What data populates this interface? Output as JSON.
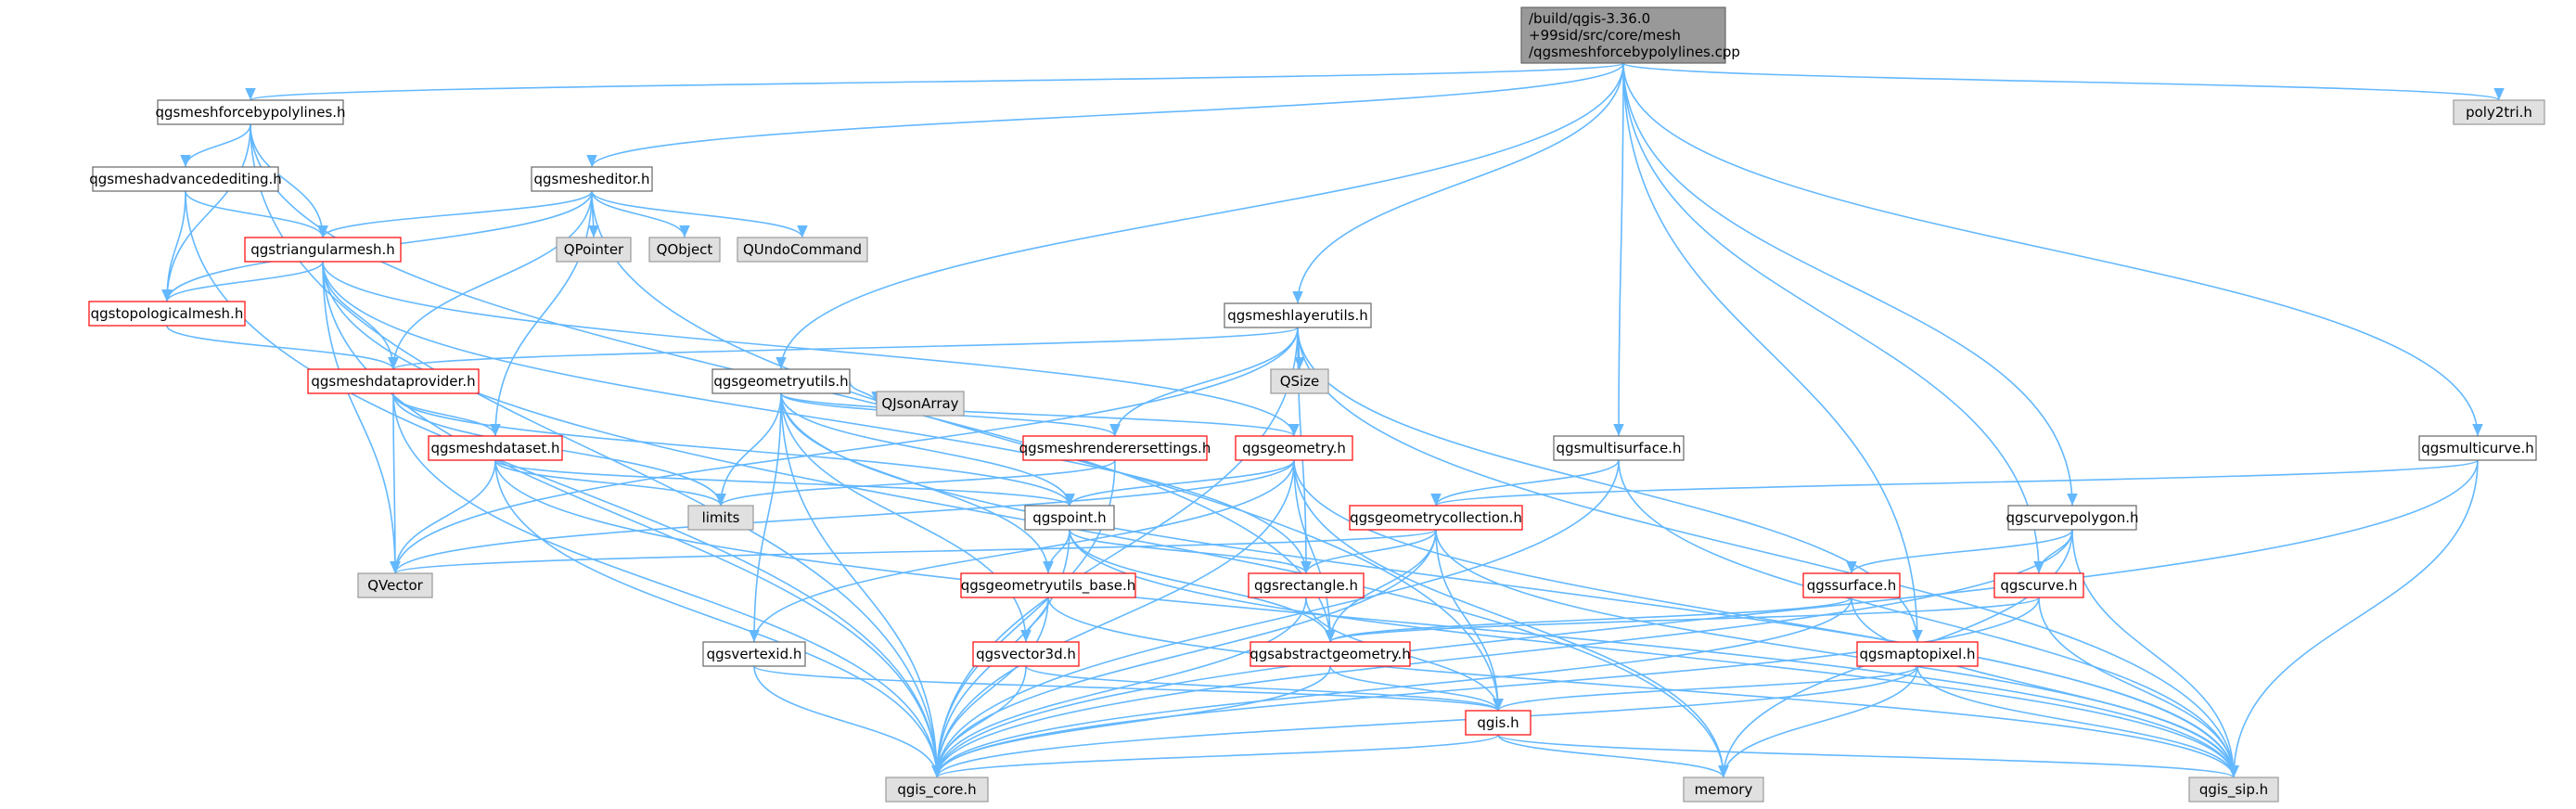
{
  "colors": {
    "root_fill": "#999999",
    "root_border": "#666666",
    "doc_fill": "#ffffff",
    "doc_border": "#666666",
    "undoc_fill": "#ffffff",
    "undoc_border": "#ff0000",
    "external_fill": "#e0e0e0",
    "external_border": "#999999",
    "edge": "#63b8ff"
  },
  "nodes": [
    {
      "id": "root",
      "kind": "root",
      "lines": [
        "/build/qgis-3.36.0",
        "+99sid/src/core/mesh",
        "/qgsmeshforcebypolylines.cpp"
      ]
    },
    {
      "id": "qgsmeshforcebypolylines",
      "kind": "doc",
      "lines": [
        "qgsmeshforcebypolylines.h"
      ]
    },
    {
      "id": "poly2tri",
      "kind": "external",
      "lines": [
        "poly2tri.h"
      ]
    },
    {
      "id": "qgsmeshadvancedediting",
      "kind": "doc",
      "lines": [
        "qgsmeshadvancedediting.h"
      ]
    },
    {
      "id": "qgsmesheditor",
      "kind": "doc",
      "lines": [
        "qgsmesheditor.h"
      ]
    },
    {
      "id": "qgstriangularmesh",
      "kind": "undoc",
      "lines": [
        "qgstriangularmesh.h"
      ]
    },
    {
      "id": "QPointer",
      "kind": "external",
      "lines": [
        "QPointer"
      ]
    },
    {
      "id": "QObject",
      "kind": "external",
      "lines": [
        "QObject"
      ]
    },
    {
      "id": "QUndoCommand",
      "kind": "external",
      "lines": [
        "QUndoCommand"
      ]
    },
    {
      "id": "qgstopologicalmesh",
      "kind": "undoc",
      "lines": [
        "qgstopologicalmesh.h"
      ]
    },
    {
      "id": "qgsmeshlayerutils",
      "kind": "doc",
      "lines": [
        "qgsmeshlayerutils.h"
      ]
    },
    {
      "id": "qgsmeshdataprovider",
      "kind": "undoc",
      "lines": [
        "qgsmeshdataprovider.h"
      ]
    },
    {
      "id": "QSize",
      "kind": "external",
      "lines": [
        "QSize"
      ]
    },
    {
      "id": "qgsgeometryutils",
      "kind": "doc",
      "lines": [
        "qgsgeometryutils.h"
      ]
    },
    {
      "id": "QJsonArray",
      "kind": "external",
      "lines": [
        "QJsonArray"
      ]
    },
    {
      "id": "qgsmultisurface",
      "kind": "doc",
      "lines": [
        "qgsmultisurface.h"
      ]
    },
    {
      "id": "qgsmulticurve",
      "kind": "doc",
      "lines": [
        "qgsmulticurve.h"
      ]
    },
    {
      "id": "qgsmeshdataset",
      "kind": "undoc",
      "lines": [
        "qgsmeshdataset.h"
      ]
    },
    {
      "id": "qgsmeshrenderersettings",
      "kind": "undoc",
      "lines": [
        "qgsmeshrenderersettings.h"
      ]
    },
    {
      "id": "qgsgeometry",
      "kind": "undoc",
      "lines": [
        "qgsgeometry.h"
      ]
    },
    {
      "id": "limits",
      "kind": "external",
      "lines": [
        "limits"
      ]
    },
    {
      "id": "qgspoint",
      "kind": "doc",
      "lines": [
        "qgspoint.h"
      ]
    },
    {
      "id": "qgsgeometrycollection",
      "kind": "undoc",
      "lines": [
        "qgsgeometrycollection.h"
      ]
    },
    {
      "id": "qgscurvepolygon",
      "kind": "doc",
      "lines": [
        "qgscurvepolygon.h"
      ]
    },
    {
      "id": "QVector",
      "kind": "external",
      "lines": [
        "QVector"
      ]
    },
    {
      "id": "qgsgeometryutils_base",
      "kind": "undoc",
      "lines": [
        "qgsgeometryutils_base.h"
      ]
    },
    {
      "id": "qgsrectangle",
      "kind": "undoc",
      "lines": [
        "qgsrectangle.h"
      ]
    },
    {
      "id": "qgssurface",
      "kind": "undoc",
      "lines": [
        "qgssurface.h"
      ]
    },
    {
      "id": "qgscurve",
      "kind": "undoc",
      "lines": [
        "qgscurve.h"
      ]
    },
    {
      "id": "qgsvertexid",
      "kind": "doc",
      "lines": [
        "qgsvertexid.h"
      ]
    },
    {
      "id": "qgsvector3d",
      "kind": "undoc",
      "lines": [
        "qgsvector3d.h"
      ]
    },
    {
      "id": "qgsabstractgeometry",
      "kind": "undoc",
      "lines": [
        "qgsabstractgeometry.h"
      ]
    },
    {
      "id": "qgsmaptopixel",
      "kind": "undoc",
      "lines": [
        "qgsmaptopixel.h"
      ]
    },
    {
      "id": "qgis",
      "kind": "undoc",
      "lines": [
        "qgis.h"
      ]
    },
    {
      "id": "qgis_core",
      "kind": "external",
      "lines": [
        "qgis_core.h"
      ]
    },
    {
      "id": "memory",
      "kind": "external",
      "lines": [
        "memory"
      ]
    },
    {
      "id": "qgis_sip",
      "kind": "external",
      "lines": [
        "qgis_sip.h"
      ]
    }
  ],
  "edges": [
    [
      "root",
      "qgsmeshforcebypolylines"
    ],
    [
      "root",
      "poly2tri"
    ],
    [
      "root",
      "qgsmesheditor"
    ],
    [
      "root",
      "qgsmeshlayerutils"
    ],
    [
      "root",
      "qgsgeometryutils"
    ],
    [
      "root",
      "qgsmultisurface"
    ],
    [
      "root",
      "qgsmulticurve"
    ],
    [
      "root",
      "qgscurvepolygon"
    ],
    [
      "root",
      "qgscurve"
    ],
    [
      "root",
      "qgsmaptopixel"
    ],
    [
      "qgsmeshforcebypolylines",
      "qgsmeshadvancedediting"
    ],
    [
      "qgsmeshforcebypolylines",
      "qgstriangularmesh"
    ],
    [
      "qgsmeshforcebypolylines",
      "qgstopologicalmesh"
    ],
    [
      "qgsmeshforcebypolylines",
      "qgis_core"
    ],
    [
      "qgsmeshforcebypolylines",
      "qgsabstractgeometry"
    ],
    [
      "qgsmeshadvancedediting",
      "qgstriangularmesh"
    ],
    [
      "qgsmeshadvancedediting",
      "qgstopologicalmesh"
    ],
    [
      "qgsmeshadvancedediting",
      "qgis_core"
    ],
    [
      "qgsmesheditor",
      "qgstriangularmesh"
    ],
    [
      "qgsmesheditor",
      "qgstopologicalmesh"
    ],
    [
      "qgsmesheditor",
      "qgsmeshdataprovider"
    ],
    [
      "qgsmesheditor",
      "qgsmeshdataset"
    ],
    [
      "qgsmesheditor",
      "QPointer"
    ],
    [
      "qgsmesheditor",
      "QObject"
    ],
    [
      "qgsmesheditor",
      "QUndoCommand"
    ],
    [
      "qgsmesheditor",
      "qgis"
    ],
    [
      "qgstriangularmesh",
      "qgstopologicalmesh"
    ],
    [
      "qgstriangularmesh",
      "qgsmeshdataprovider"
    ],
    [
      "qgstriangularmesh",
      "QVector"
    ],
    [
      "qgstriangularmesh",
      "qgis_core"
    ],
    [
      "qgstriangularmesh",
      "qgsgeometry"
    ],
    [
      "qgstriangularmesh",
      "memory"
    ],
    [
      "qgstriangularmesh",
      "qgsrectangle"
    ],
    [
      "qgstopologicalmesh",
      "qgsmeshdataprovider"
    ],
    [
      "qgsmeshlayerutils",
      "qgsmeshdataprovider"
    ],
    [
      "qgsmeshlayerutils",
      "QSize"
    ],
    [
      "qgsmeshlayerutils",
      "qgsmeshrenderersettings"
    ],
    [
      "qgsmeshlayerutils",
      "qgis_core"
    ],
    [
      "qgsmeshlayerutils",
      "QVector"
    ],
    [
      "qgsmeshlayerutils",
      "qgsrectangle"
    ],
    [
      "qgsmeshlayerutils",
      "qgis_sip"
    ],
    [
      "qgsmeshlayerutils",
      "qgsmaptopixel"
    ],
    [
      "qgsmeshdataprovider",
      "qgsmeshdataset"
    ],
    [
      "qgsmeshdataprovider",
      "QVector"
    ],
    [
      "qgsmeshdataprovider",
      "limits"
    ],
    [
      "qgsmeshdataprovider",
      "qgis_core"
    ],
    [
      "qgsmeshdataprovider",
      "qgspoint"
    ],
    [
      "qgsgeometryutils",
      "QJsonArray"
    ],
    [
      "qgsgeometryutils",
      "qgsmeshrenderersettings"
    ],
    [
      "qgsgeometryutils",
      "qgsgeometry"
    ],
    [
      "qgsgeometryutils",
      "limits"
    ],
    [
      "qgsgeometryutils",
      "qgspoint"
    ],
    [
      "qgsgeometryutils",
      "qgsgeometryutils_base"
    ],
    [
      "qgsgeometryutils",
      "qgsvertexid"
    ],
    [
      "qgsgeometryutils",
      "qgsvector3d"
    ],
    [
      "qgsgeometryutils",
      "qgis_core"
    ],
    [
      "qgsgeometryutils",
      "qgis_sip"
    ],
    [
      "qgsmultisurface",
      "qgsgeometrycollection"
    ],
    [
      "qgsmultisurface",
      "qgis_core"
    ],
    [
      "qgsmultisurface",
      "qgis_sip"
    ],
    [
      "qgsmulticurve",
      "qgsgeometrycollection"
    ],
    [
      "qgsmulticurve",
      "qgis_core"
    ],
    [
      "qgsmulticurve",
      "qgis_sip"
    ],
    [
      "qgsmeshdataset",
      "QVector"
    ],
    [
      "qgsmeshdataset",
      "limits"
    ],
    [
      "qgsmeshdataset",
      "qgis_core"
    ],
    [
      "qgsmeshdataset",
      "qgspoint"
    ],
    [
      "qgsmeshdataset",
      "qgis_sip"
    ],
    [
      "qgsmeshrenderersettings",
      "limits"
    ],
    [
      "qgsmeshrenderersettings",
      "qgis_core"
    ],
    [
      "qgsgeometry",
      "qgspoint"
    ],
    [
      "qgsgeometry",
      "QVector"
    ],
    [
      "qgsgeometry",
      "qgsabstractgeometry"
    ],
    [
      "qgsgeometry",
      "qgsvertexid"
    ],
    [
      "qgsgeometry",
      "qgis_core"
    ],
    [
      "qgsgeometry",
      "memory"
    ],
    [
      "qgsgeometry",
      "qgis_sip"
    ],
    [
      "qgspoint",
      "qgsabstractgeometry"
    ],
    [
      "qgspoint",
      "qgsrectangle"
    ],
    [
      "qgspoint",
      "qgsgeometryutils_base"
    ],
    [
      "qgspoint",
      "qgis_core"
    ],
    [
      "qgspoint",
      "qgis_sip"
    ],
    [
      "qgsgeometrycollection",
      "QVector"
    ],
    [
      "qgsgeometrycollection",
      "qgsabstractgeometry"
    ],
    [
      "qgsgeometrycollection",
      "qgsrectangle"
    ],
    [
      "qgsgeometrycollection",
      "qgis"
    ],
    [
      "qgsgeometrycollection",
      "qgis_core"
    ],
    [
      "qgsgeometrycollection",
      "qgis_sip"
    ],
    [
      "qgscurvepolygon",
      "qgssurface"
    ],
    [
      "qgscurvepolygon",
      "qgscurve"
    ],
    [
      "qgscurvepolygon",
      "qgis_core"
    ],
    [
      "qgscurvepolygon",
      "memory"
    ],
    [
      "qgscurvepolygon",
      "qgis_sip"
    ],
    [
      "qgsgeometryutils_base",
      "qgsvector3d"
    ],
    [
      "qgsgeometryutils_base",
      "qgis_core"
    ],
    [
      "qgsgeometryutils_base",
      "qgis_sip"
    ],
    [
      "qgsrectangle",
      "qgis"
    ],
    [
      "qgsrectangle",
      "qgis_core"
    ],
    [
      "qgssurface",
      "qgsabstractgeometry"
    ],
    [
      "qgssurface",
      "qgis_core"
    ],
    [
      "qgssurface",
      "qgis_sip"
    ],
    [
      "qgscurve",
      "qgsabstractgeometry"
    ],
    [
      "qgscurve",
      "qgis_core"
    ],
    [
      "qgscurve",
      "qgis_sip"
    ],
    [
      "qgsvertexid",
      "qgis"
    ],
    [
      "qgsvertexid",
      "qgis_core"
    ],
    [
      "qgsvector3d",
      "qgis"
    ],
    [
      "qgsvector3d",
      "qgis_core"
    ],
    [
      "qgsabstractgeometry",
      "qgis"
    ],
    [
      "qgsabstractgeometry",
      "qgis_core"
    ],
    [
      "qgsmaptopixel",
      "qgis"
    ],
    [
      "qgsmaptopixel",
      "qgis_core"
    ],
    [
      "qgsmaptopixel",
      "qgis_sip"
    ],
    [
      "qgsmaptopixel",
      "memory"
    ],
    [
      "qgis",
      "qgis_core"
    ],
    [
      "qgis",
      "qgis_sip"
    ],
    [
      "qgis",
      "memory"
    ]
  ]
}
